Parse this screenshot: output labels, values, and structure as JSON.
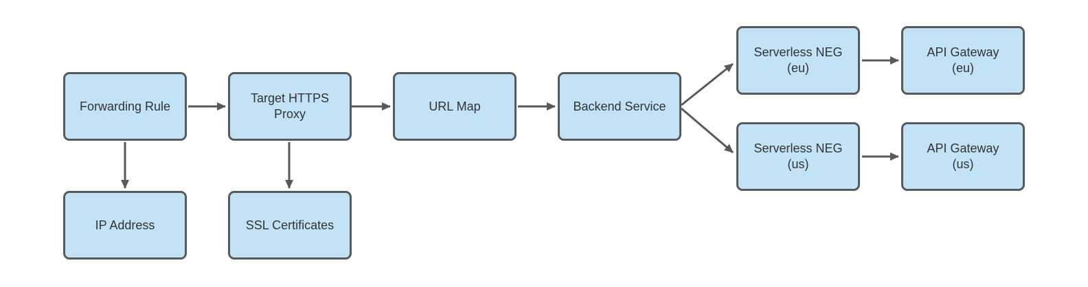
{
  "diagram": {
    "type": "flowchart",
    "nodes": [
      {
        "id": "forwarding-rule",
        "label": "Forwarding Rule",
        "sublabel": ""
      },
      {
        "id": "target-https-proxy",
        "label": "Target HTTPS Proxy",
        "sublabel": ""
      },
      {
        "id": "url-map",
        "label": "URL Map",
        "sublabel": ""
      },
      {
        "id": "backend-service",
        "label": "Backend Service",
        "sublabel": ""
      },
      {
        "id": "serverless-neg-eu",
        "label": "Serverless NEG",
        "sublabel": "(eu)"
      },
      {
        "id": "api-gateway-eu",
        "label": "API Gateway",
        "sublabel": "(eu)"
      },
      {
        "id": "serverless-neg-us",
        "label": "Serverless NEG",
        "sublabel": "(us)"
      },
      {
        "id": "api-gateway-us",
        "label": "API Gateway",
        "sublabel": "(us)"
      },
      {
        "id": "ip-address",
        "label": "IP Address",
        "sublabel": ""
      },
      {
        "id": "ssl-certificates",
        "label": "SSL Certificates",
        "sublabel": ""
      }
    ],
    "edges": [
      {
        "from": "forwarding-rule",
        "to": "target-https-proxy"
      },
      {
        "from": "target-https-proxy",
        "to": "url-map"
      },
      {
        "from": "url-map",
        "to": "backend-service"
      },
      {
        "from": "backend-service",
        "to": "serverless-neg-eu"
      },
      {
        "from": "backend-service",
        "to": "serverless-neg-us"
      },
      {
        "from": "serverless-neg-eu",
        "to": "api-gateway-eu"
      },
      {
        "from": "serverless-neg-us",
        "to": "api-gateway-us"
      },
      {
        "from": "forwarding-rule",
        "to": "ip-address"
      },
      {
        "from": "target-https-proxy",
        "to": "ssl-certificates"
      }
    ],
    "colors": {
      "canvas_bg": "#ffffff",
      "node_fill": "#c2e2f6",
      "node_border": "#58595b",
      "arrow": "#58595b",
      "text": "#333333"
    }
  }
}
